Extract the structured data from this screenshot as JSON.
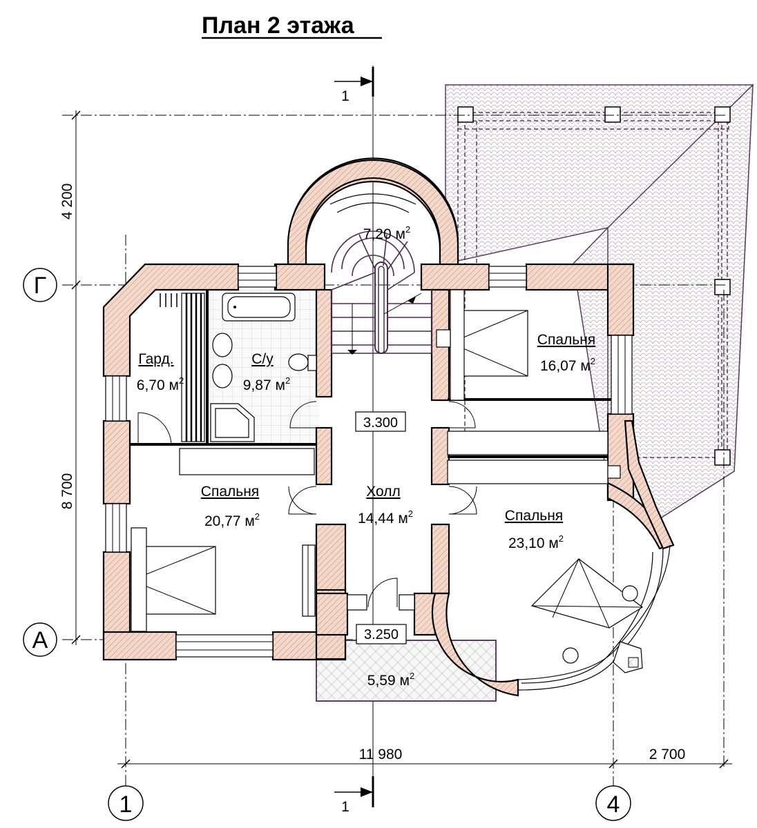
{
  "title": "План 2 этажа",
  "section_marks": [
    "1",
    "1"
  ],
  "axes": {
    "horizontal": [
      "Г",
      "А"
    ],
    "vertical": [
      "1",
      "4"
    ]
  },
  "dimensions": {
    "top_vertical": "4 200",
    "left_vertical": "8 700",
    "bottom_main": "11 980",
    "bottom_right": "2 700"
  },
  "rooms": {
    "stair": {
      "area": "7,20 м",
      "sup": "2"
    },
    "wardrobe": {
      "name": "Гард.",
      "area": "6,70 м",
      "sup": "2"
    },
    "bathroom": {
      "name": "С/у",
      "area": "9,87 м",
      "sup": "2"
    },
    "bedroom_ne": {
      "name": "Спальня",
      "area": "16,07 м",
      "sup": "2"
    },
    "bedroom_w": {
      "name": "Спальня",
      "area": "20,77 м",
      "sup": "2"
    },
    "hall": {
      "name": "Холл",
      "area": "14,44 м",
      "sup": "2"
    },
    "bedroom_se": {
      "name": "Спальня",
      "area": "23,10 м",
      "sup": "2"
    },
    "balcony": {
      "area": "5,59 м",
      "sup": "2"
    }
  },
  "levels": [
    "3.300",
    "3.250"
  ],
  "colors": {
    "wall_fill": "#f2d9cc",
    "wall_hatch": "#d98e6e",
    "roof_line": "#5a3b5e",
    "stair_line": "#4d2a52"
  }
}
